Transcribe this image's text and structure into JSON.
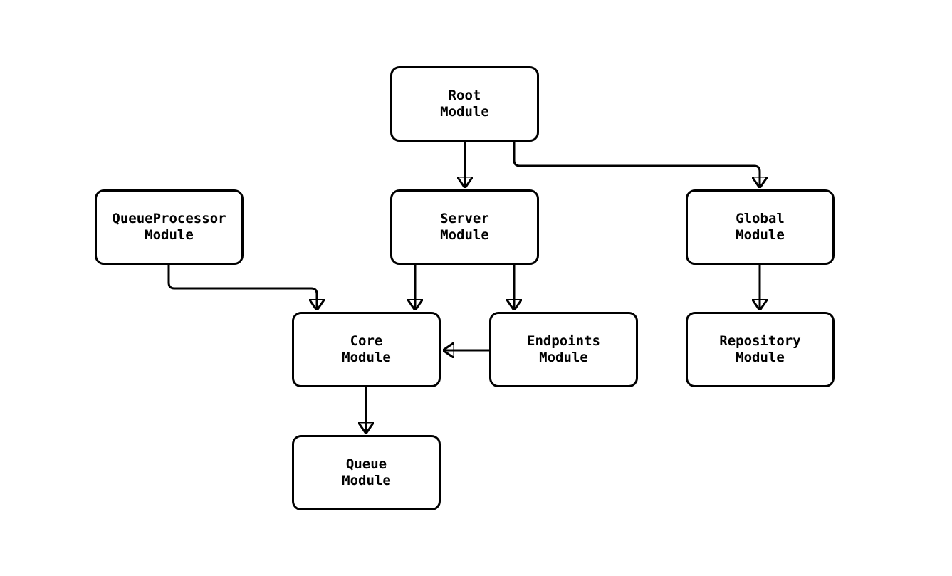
{
  "diagram": {
    "type": "module-dependency-graph",
    "background_color": "#ffffff",
    "node_fill_color": "#ffffff",
    "node_border_color": "#000000",
    "edge_color": "#000000",
    "nodes": [
      {
        "id": "root",
        "label": "Root\nModule"
      },
      {
        "id": "queueprocessor",
        "label": "QueueProcessor\nModule"
      },
      {
        "id": "server",
        "label": "Server\nModule"
      },
      {
        "id": "global",
        "label": "Global\nModule"
      },
      {
        "id": "core",
        "label": "Core\nModule"
      },
      {
        "id": "endpoints",
        "label": "Endpoints\nModule"
      },
      {
        "id": "repository",
        "label": "Repository\nModule"
      },
      {
        "id": "queue",
        "label": "Queue\nModule"
      }
    ],
    "edges": [
      {
        "from": "root",
        "to": "server"
      },
      {
        "from": "root",
        "to": "global"
      },
      {
        "from": "queueprocessor",
        "to": "core"
      },
      {
        "from": "server",
        "to": "core"
      },
      {
        "from": "server",
        "to": "endpoints"
      },
      {
        "from": "endpoints",
        "to": "core"
      },
      {
        "from": "global",
        "to": "repository"
      },
      {
        "from": "core",
        "to": "queue"
      }
    ]
  }
}
